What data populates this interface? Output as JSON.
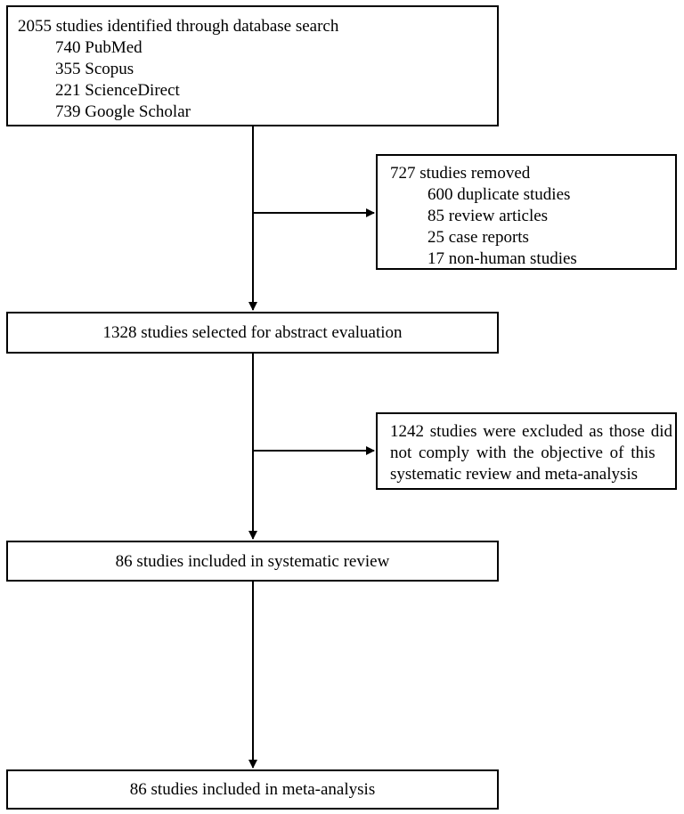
{
  "identification": {
    "header": "2055 studies identified through database search",
    "sources": [
      "740 PubMed",
      "355 Scopus",
      "221 ScienceDirect",
      "739 Google Scholar"
    ]
  },
  "removed": {
    "header": "727 studies removed",
    "reasons": [
      "600 duplicate studies",
      "85 review articles",
      "25 case reports",
      "17 non-human studies"
    ]
  },
  "abstract_evaluation": {
    "text": "1328 studies selected for abstract evaluation"
  },
  "excluded": {
    "lines": [
      "1242 studies were excluded as those did",
      "not comply with the objective of this",
      "systematic review and meta-analysis"
    ]
  },
  "systematic_review": {
    "text": "86 studies included in systematic review"
  },
  "meta_analysis": {
    "text": "86 studies included in meta-analysis"
  }
}
